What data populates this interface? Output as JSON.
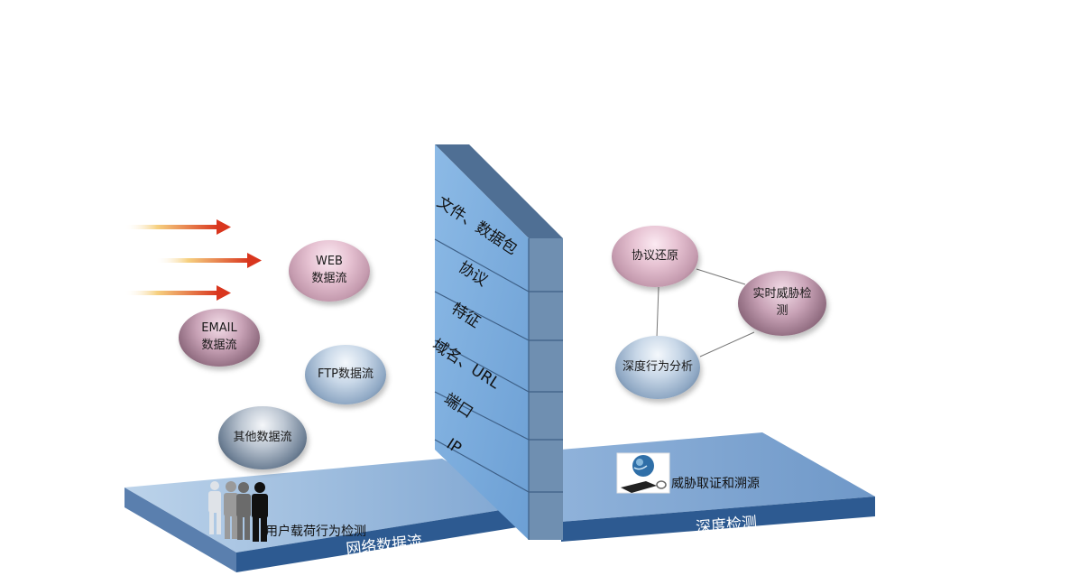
{
  "wall": {
    "layers": [
      "文件、数据包",
      "协议",
      "特征",
      "域名、URL",
      "端口",
      "IP"
    ]
  },
  "left_bubbles": {
    "web": {
      "line1": "WEB",
      "line2": "数据流"
    },
    "email": {
      "line1": "EMAIL",
      "line2": "数据流"
    },
    "ftp": {
      "label": "FTP数据流"
    },
    "other": {
      "label": "其他数据流"
    }
  },
  "right_bubbles": {
    "protocol_restore": "协议还原",
    "realtime_threat": {
      "line1": "实时威胁检",
      "line2": "测"
    },
    "deep_behavior": "深度行为分析"
  },
  "labels": {
    "user_behavior": "用户载荷行为检测",
    "forensics": "威胁取证和溯源",
    "left_platform": "网络数据流",
    "right_platform": "深度检测"
  },
  "colors": {
    "platform_top": "#8fb3dc",
    "platform_front": "#2d5a91",
    "wall_face": "#7fafe0",
    "wall_top": "#4f6f94",
    "wall_side": "#6e8fb0",
    "arrow": "#d9361e"
  }
}
